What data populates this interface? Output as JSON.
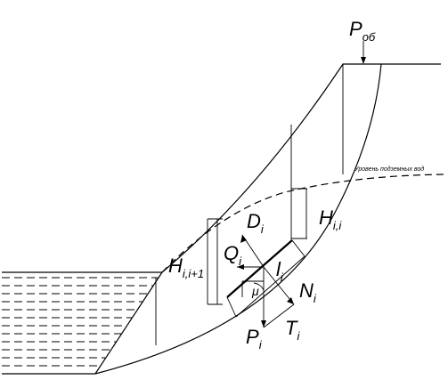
{
  "labels": {
    "p_ob": {
      "main": "P",
      "sub": "об"
    },
    "d_i": {
      "main": "D",
      "sub": "i"
    },
    "h_ii": {
      "main": "H",
      "sub": "i,i"
    },
    "q_i": {
      "main": "Q",
      "sub": "i"
    },
    "l_i": {
      "main": "l",
      "sub": "i"
    },
    "h_ii1": {
      "main": "H",
      "sub": "i,i+1"
    },
    "n_i": {
      "main": "N",
      "sub": "i"
    },
    "p_i": {
      "main": "P",
      "sub": "i"
    },
    "t_i": {
      "main": "T",
      "sub": "i"
    },
    "mu": "μ"
  },
  "groundwater_label": "Уровень подземных вод"
}
